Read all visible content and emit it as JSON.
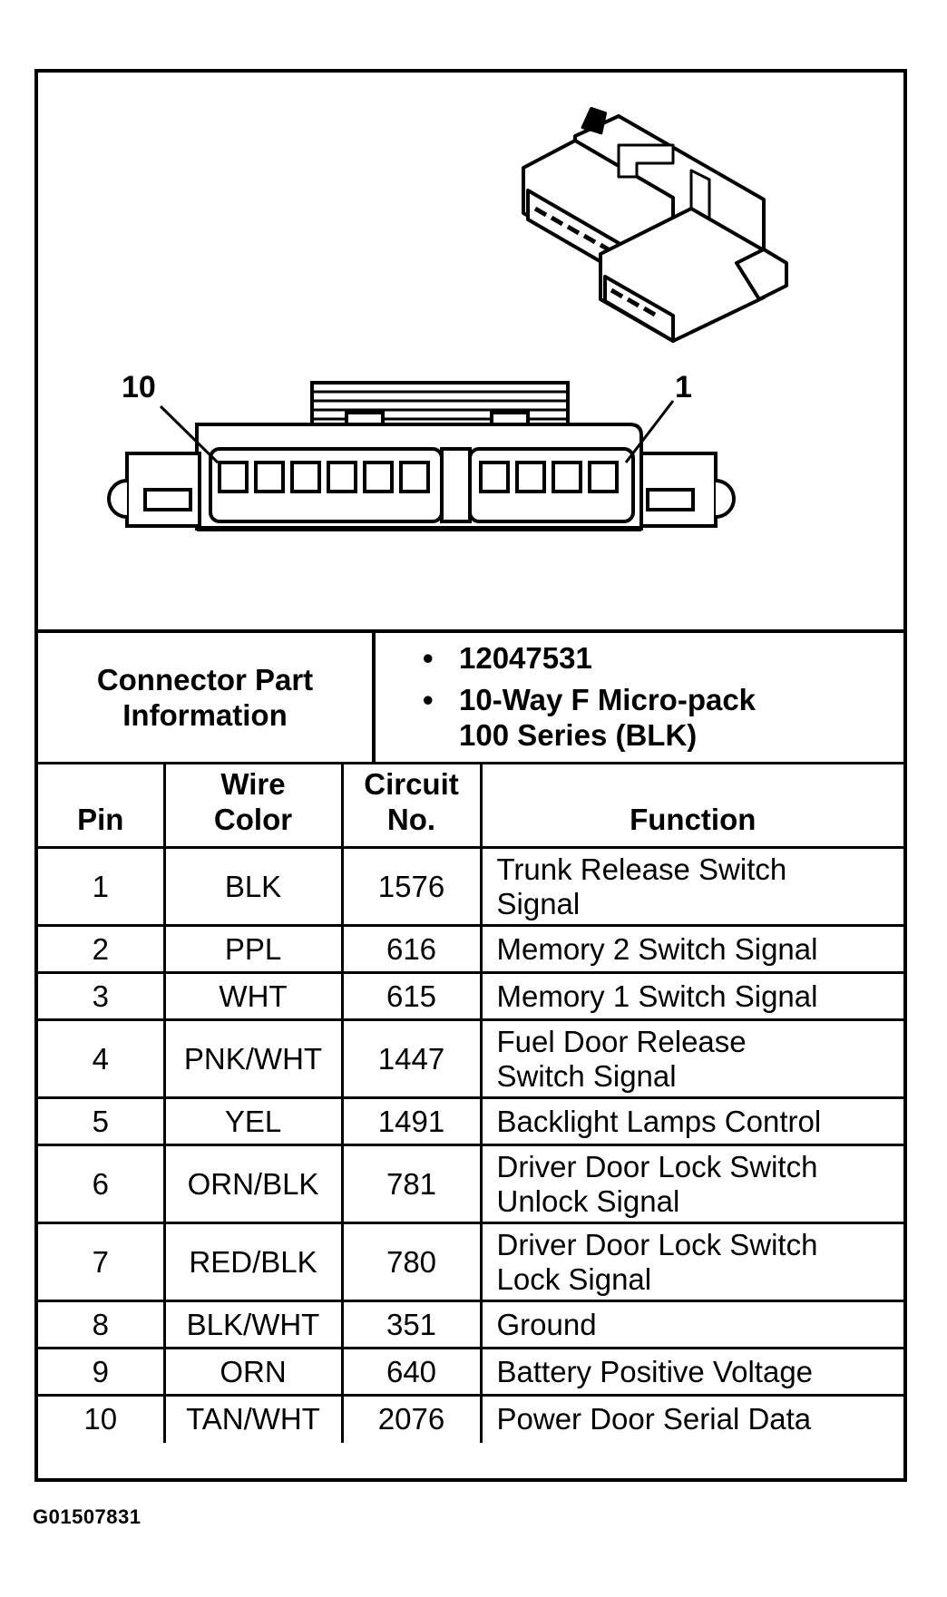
{
  "diagram": {
    "pin_callout_left": "10",
    "pin_callout_right": "1"
  },
  "connector_info": {
    "label": "Connector Part\nInformation",
    "items": [
      "12047531",
      "10-Way F Micro-pack\n100 Series (BLK)"
    ],
    "bullet": "•"
  },
  "table": {
    "headers": {
      "pin": "Pin",
      "wire_color": "Wire\nColor",
      "circuit": "Circuit\nNo.",
      "function": "Function"
    },
    "rows": [
      {
        "pin": "1",
        "color": "BLK",
        "circuit": "1576",
        "function": "Trunk Release Switch\nSignal"
      },
      {
        "pin": "2",
        "color": "PPL",
        "circuit": "616",
        "function": "Memory 2 Switch Signal"
      },
      {
        "pin": "3",
        "color": "WHT",
        "circuit": "615",
        "function": "Memory 1 Switch Signal"
      },
      {
        "pin": "4",
        "color": "PNK/WHT",
        "circuit": "1447",
        "function": "Fuel Door Release\nSwitch Signal"
      },
      {
        "pin": "5",
        "color": "YEL",
        "circuit": "1491",
        "function": "Backlight Lamps Control"
      },
      {
        "pin": "6",
        "color": "ORN/BLK",
        "circuit": "781",
        "function": "Driver Door Lock Switch\nUnlock Signal"
      },
      {
        "pin": "7",
        "color": "RED/BLK",
        "circuit": "780",
        "function": "Driver Door Lock Switch\nLock Signal"
      },
      {
        "pin": "8",
        "color": "BLK/WHT",
        "circuit": "351",
        "function": "Ground"
      },
      {
        "pin": "9",
        "color": "ORN",
        "circuit": "640",
        "function": "Battery Positive Voltage"
      },
      {
        "pin": "10",
        "color": "TAN/WHT",
        "circuit": "2076",
        "function": "Power Door Serial Data"
      }
    ]
  },
  "figure_id": "G01507831"
}
